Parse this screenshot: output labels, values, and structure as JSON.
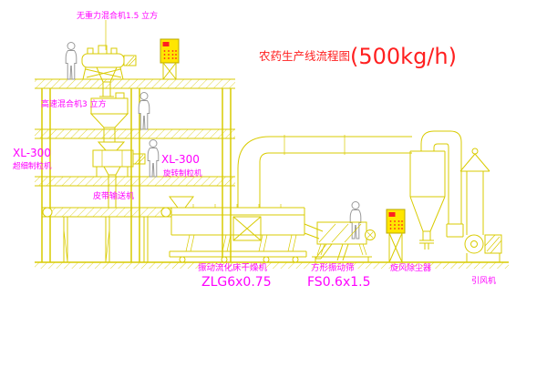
{
  "title": {
    "name": "农药生产线流程图",
    "capacity": "(500kg/h)"
  },
  "labels": {
    "top_mixer": "无重力混合机1.5 立方",
    "speed_mixer": "高速混合机3 立方",
    "granulator_left_model": "XL-300",
    "granulator_left_name": "超细制粒机",
    "granulator_center_model": "XL-300",
    "granulator_center_name": "旋转制粒机",
    "belt_conveyor": "皮带输送机",
    "dryer_name": "振动流化床干燥机",
    "dryer_model": "ZLG6x0.75",
    "sieve_name": "方形振动筛",
    "sieve_model": "FS0.6x1.5",
    "cyclone": "旋风除尘器",
    "fan": "引风机"
  },
  "colors": {
    "line": "#d9cb00",
    "label": "#ff00ff",
    "title": "#ff2020",
    "cabinet_fill": "#ffe600",
    "cabinet_stroke": "#b8a800",
    "cabinet_dot": "#ff2020",
    "figure": "#9a9a9a"
  }
}
